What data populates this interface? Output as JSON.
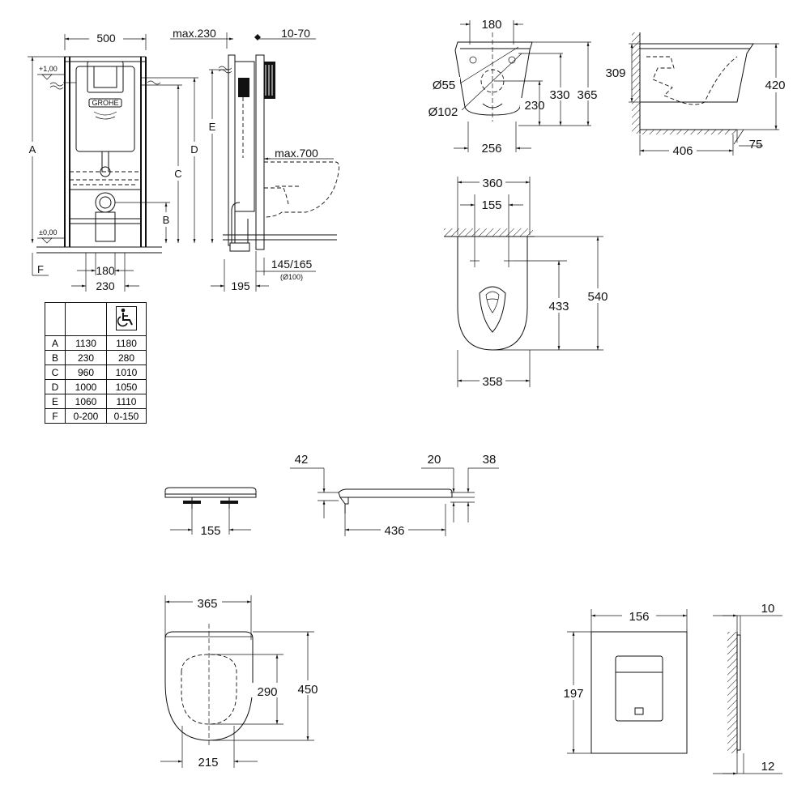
{
  "installation": {
    "top_dims": {
      "width": "500",
      "max_depth": "max.230",
      "range": "10-70"
    },
    "level_top": "+1,00",
    "level_bottom": "±0,00",
    "brand": "GROHE",
    "letters": {
      "a": "A",
      "b": "B",
      "c": "C",
      "d": "D",
      "e": "E",
      "f": "F"
    },
    "bottom_dims": {
      "d180": "180",
      "d230": "230",
      "d195": "195",
      "pipe": "145/165",
      "pipe_dia": "(Ø100)"
    },
    "max_projection": "max.700"
  },
  "table": {
    "header_icon": "wheelchair-icon",
    "rows": [
      {
        "key": "A",
        "std": "1130",
        "acc": "1180"
      },
      {
        "key": "B",
        "std": "230",
        "acc": "280"
      },
      {
        "key": "C",
        "std": "960",
        "acc": "1010"
      },
      {
        "key": "D",
        "std": "1000",
        "acc": "1050"
      },
      {
        "key": "E",
        "std": "1060",
        "acc": "1110"
      },
      {
        "key": "F",
        "std": "0-200",
        "acc": "0-150"
      }
    ]
  },
  "bowl_front": {
    "top": "180",
    "d55": "Ø55",
    "d102": "Ø102",
    "h230": "230",
    "h330": "330",
    "h365": "365",
    "bottom": "256"
  },
  "bowl_side": {
    "h309": "309",
    "h420": "420",
    "depth": "406",
    "drop": "75"
  },
  "bowl_top": {
    "w360": "360",
    "w155": "155",
    "h433": "433",
    "h540": "540",
    "w358": "358"
  },
  "seat_front": {
    "w155": "155"
  },
  "seat_side": {
    "d42": "42",
    "d20": "20",
    "d38": "38",
    "len436": "436"
  },
  "seat_top": {
    "w365": "365",
    "h290": "290",
    "h450": "450",
    "w215": "215"
  },
  "plate": {
    "w156": "156",
    "h197": "197",
    "t10": "10",
    "t12": "12"
  }
}
